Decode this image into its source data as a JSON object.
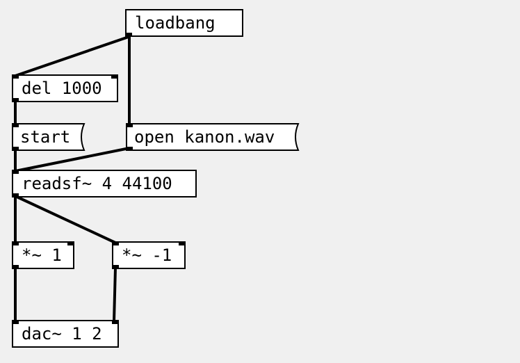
{
  "patch": {
    "loadbang": "loadbang",
    "del": "del 1000",
    "start": "start",
    "open": "open kanon.wav",
    "readsf": "readsf~ 4 44100",
    "mul_left": "*~ 1",
    "mul_right": "*~ -1",
    "dac": "dac~ 1 2"
  },
  "colors": {
    "canvas": "#f0f0f0",
    "box": "#ffffff",
    "line": "#000000"
  }
}
